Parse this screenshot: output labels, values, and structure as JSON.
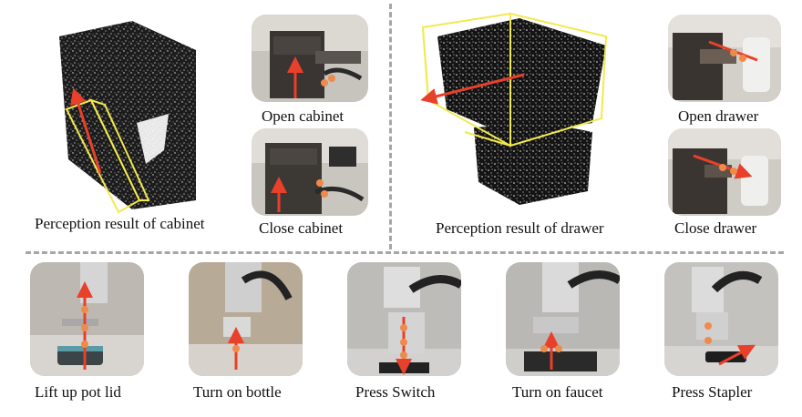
{
  "top_left": {
    "perception_caption": "Perception result of cabinet",
    "panels": [
      {
        "caption": "Open cabinet",
        "color": "#6e5f56"
      },
      {
        "caption": "Close cabinet",
        "color": "#6a655e"
      }
    ]
  },
  "top_right": {
    "perception_caption": "Perception result of drawer",
    "panels": [
      {
        "caption": "Open drawer",
        "color": "#8d8276"
      },
      {
        "caption": "Close drawer",
        "color": "#8a857c"
      }
    ]
  },
  "bottom": {
    "panels": [
      {
        "caption": "Lift up pot lid"
      },
      {
        "caption": "Turn on bottle"
      },
      {
        "caption": "Press Switch"
      },
      {
        "caption": "Turn on faucet"
      },
      {
        "caption": "Press Stapler"
      }
    ]
  },
  "colors": {
    "bounding_box": "#f2e94e",
    "arrow": "#e8402a",
    "waypoint": "#f08a4b",
    "divider": "#a6a6a6"
  }
}
